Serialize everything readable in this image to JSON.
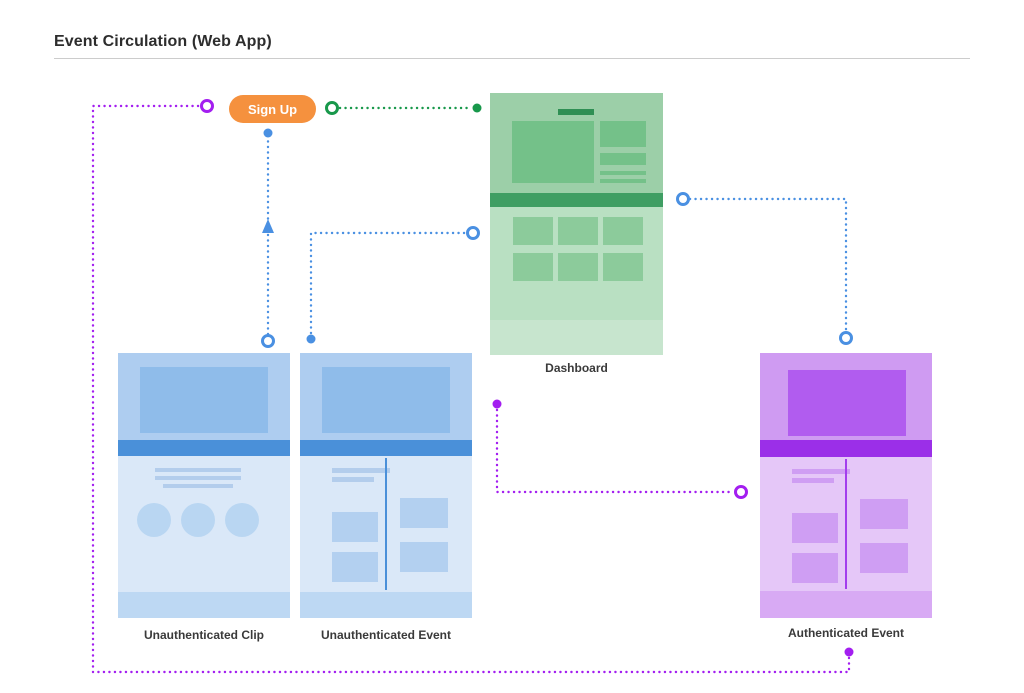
{
  "page": {
    "title": "Event Circulation (Web App)"
  },
  "signup": {
    "label": "Sign Up",
    "color": "#F5913E"
  },
  "nodes": [
    {
      "id": "dashboard",
      "label": "Dashboard",
      "theme": "green"
    },
    {
      "id": "unauthenticated-clip",
      "label": "Unauthenticated Clip",
      "theme": "blue"
    },
    {
      "id": "unauthenticated-event",
      "label": "Unauthenticated Event",
      "theme": "blue"
    },
    {
      "id": "authenticated-event",
      "label": "Authenticated Event",
      "theme": "purple"
    }
  ],
  "connectors": [
    {
      "id": "unauthenticated-clip-to-sign-up",
      "color": "#4A90E2",
      "style": "dotted",
      "arrow": "up"
    },
    {
      "id": "unauthenticated-event-to-dashboard",
      "color": "#4A90E2",
      "style": "dotted"
    },
    {
      "id": "dashboard-to-authenticated-event",
      "color": "#4A90E2",
      "style": "dotted"
    },
    {
      "id": "sign-up-to-dashboard",
      "color": "#18984B",
      "style": "dotted"
    },
    {
      "id": "dashboard-to-authenticated-event-purple",
      "color": "#A31EF0",
      "style": "dotted"
    },
    {
      "id": "authenticated-event-to-sign-up",
      "color": "#A31EF0",
      "style": "dotted"
    }
  ],
  "colors": {
    "accent_orange": "#F5913E",
    "connector_blue": "#4A90E2",
    "connector_green": "#18984B",
    "connector_purple": "#A31EF0",
    "frame_blue_band": "#4A90D9",
    "frame_green_band": "#3F9E63",
    "frame_purple_band": "#9B2FE8"
  }
}
